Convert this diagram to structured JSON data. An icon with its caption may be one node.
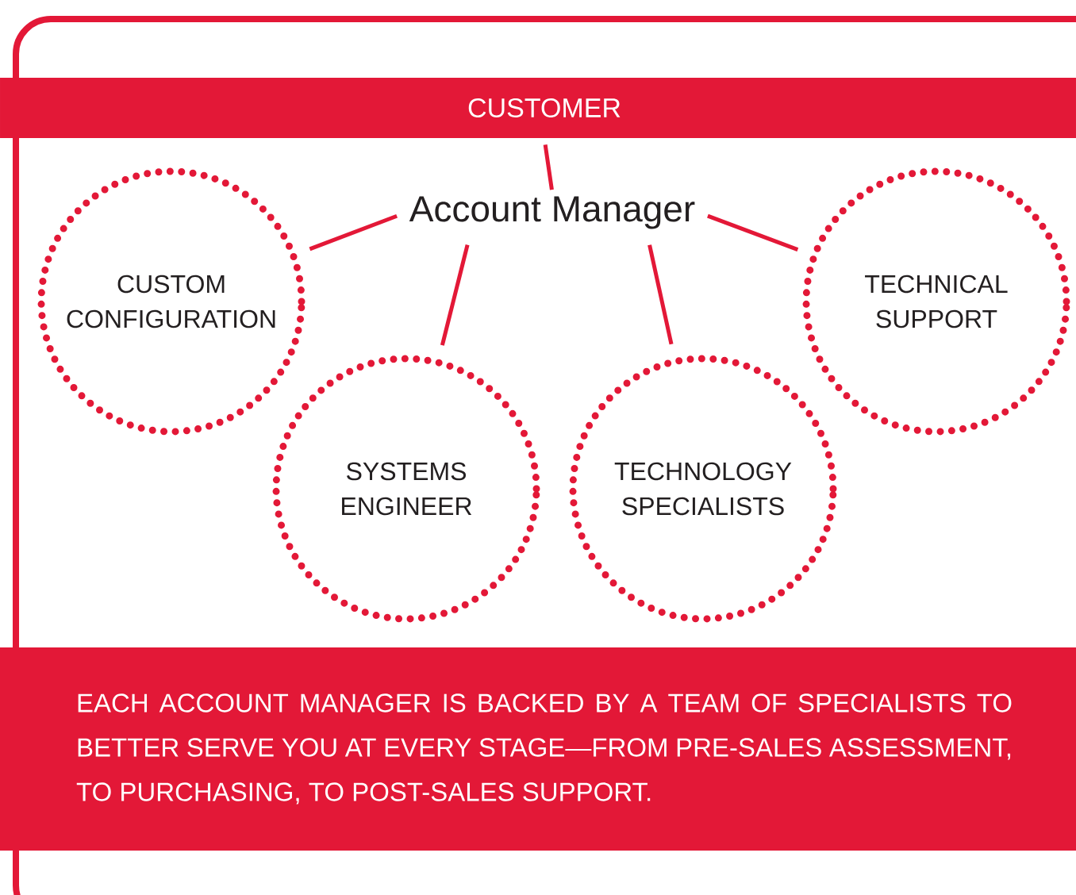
{
  "diagram": {
    "nodes": [
      {
        "text": [
          "CUSTOMER"
        ]
      },
      {
        "text": [
          "Account Manager"
        ]
      },
      {
        "text": [
          "CUSTOM CONFIGURATION"
        ]
      },
      {
        "text": [
          "TECHNICAL SUPPORT"
        ]
      },
      {
        "text": [
          "SYSTEMS ENGINEER"
        ]
      },
      {
        "text": [
          "TECHNOLOGY SPECIALISTS"
        ]
      },
      {
        "text": [
          "EACH ACCOUNT MANAGER IS BACKED BY A TEAM OF SPECIALISTS TO BETTER SERVE YOU AT EVERY STAGE—FROM PRE-SALES ASSESSMENT, TO PURCHASING, TO POST-SALES SUPPORT."
        ]
      }
    ],
    "edges": [
      {
        "from": 0,
        "to": 1,
        "arrow": "none"
      },
      {
        "from": 1,
        "to": 2,
        "arrow": "none"
      },
      {
        "from": 1,
        "to": 3,
        "arrow": "none"
      },
      {
        "from": 1,
        "to": 4,
        "arrow": "none"
      },
      {
        "from": 1,
        "to": 5,
        "arrow": "none"
      }
    ]
  }
}
